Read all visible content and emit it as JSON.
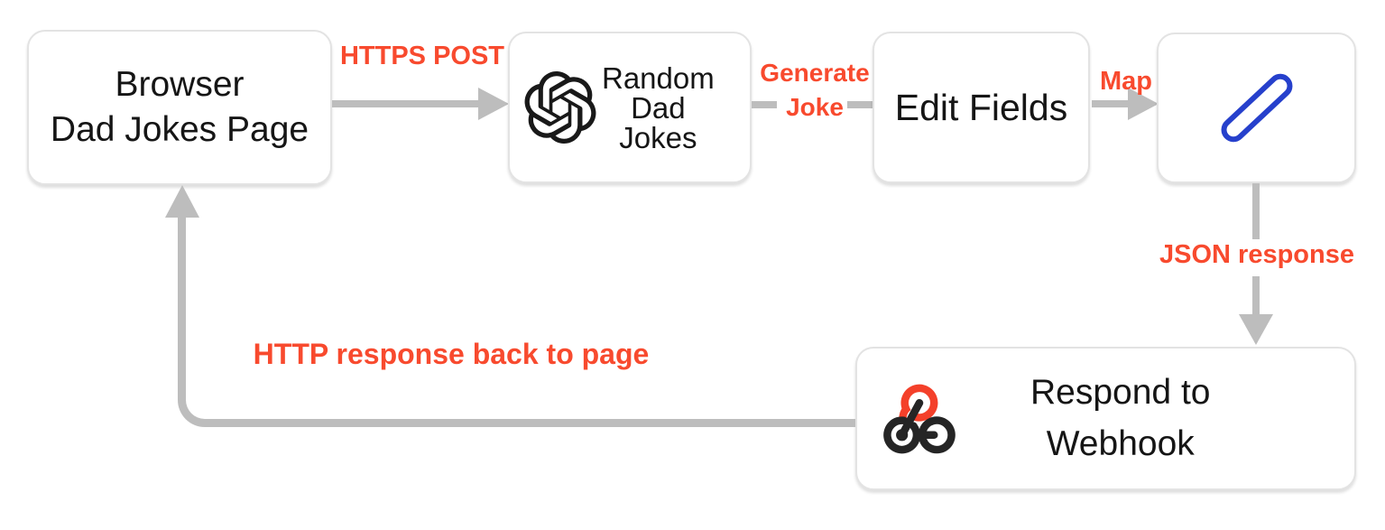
{
  "diagram": {
    "colors": {
      "label_red": "#f84a2e",
      "connector_gray": "#bdbdbd",
      "pen_blue": "#2640cc",
      "webhook_icon_red": "#f4402a",
      "webhook_icon_black": "#252525",
      "openai_icon_black": "#191919",
      "node_text": "#151515",
      "node_border": "#e3e3e3",
      "background": "#ffffff"
    },
    "nodes": {
      "browser": {
        "line1": "Browser",
        "line2": "Dad Jokes Page"
      },
      "random_dad_jokes": {
        "icon": "openai-logo",
        "line1": "Random",
        "line2": "Dad",
        "line3": "Jokes"
      },
      "edit_fields": {
        "label": "Edit Fields"
      },
      "pen": {
        "icon": "pen-slash"
      },
      "respond_webhook": {
        "icon": "webhook-logo",
        "line1": "Respond to",
        "line2": "Webhook"
      }
    },
    "edges": {
      "https_post": {
        "label": "HTTPS POST",
        "from": "browser",
        "to": "random_dad_jokes"
      },
      "generate_joke": {
        "line1": "Generate",
        "line2": "Joke",
        "from": "random_dad_jokes",
        "to": "edit_fields"
      },
      "map": {
        "label": "Map",
        "from": "edit_fields",
        "to": "pen"
      },
      "json_response": {
        "label": "JSON response",
        "from": "pen",
        "to": "respond_webhook"
      },
      "http_response": {
        "label": "HTTP response back to page",
        "from": "respond_webhook",
        "to": "browser"
      }
    }
  }
}
